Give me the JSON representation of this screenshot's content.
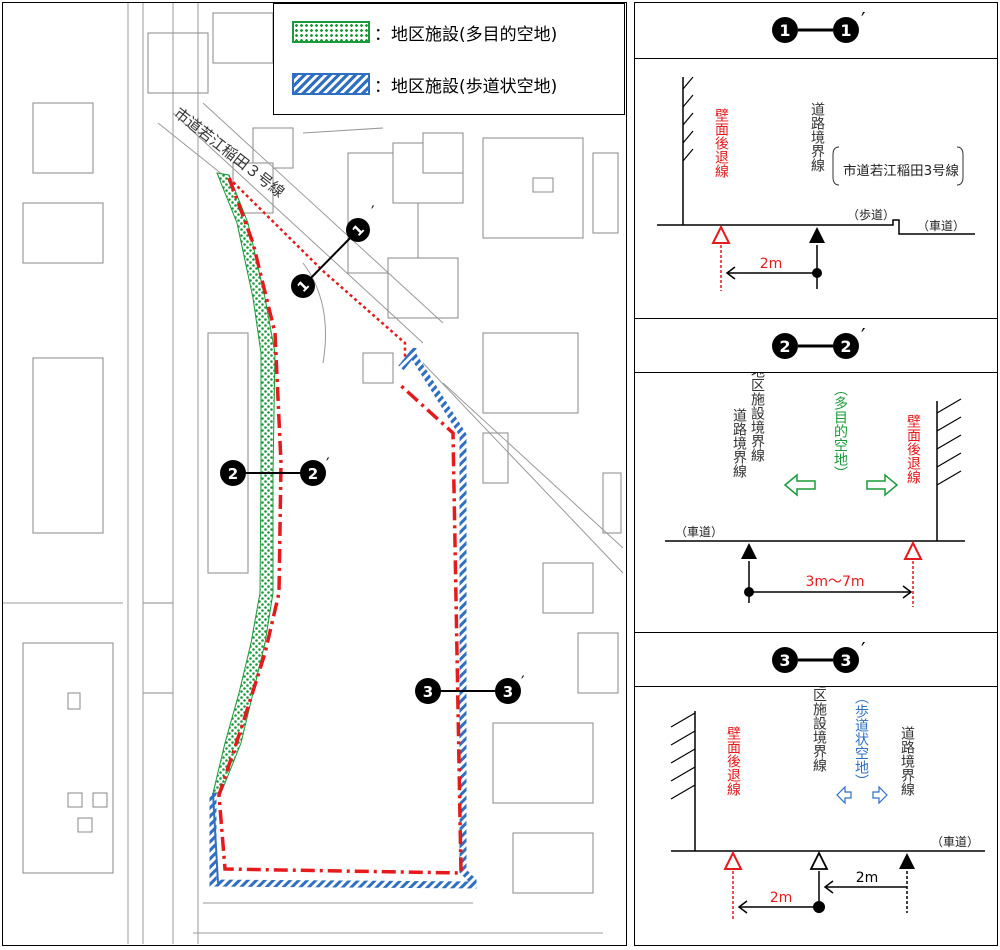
{
  "legend": {
    "multi_purpose": "：地区施設(多目的空地)",
    "sidewalk": "：地区施設(歩道状空地)"
  },
  "map": {
    "road_name": "市道若江稲田３号線",
    "markers": {
      "m1": "1",
      "m2": "2",
      "m3": "3"
    }
  },
  "section1": {
    "header_a": "1",
    "header_b": "1",
    "wall_label": "壁面後退線",
    "boundary_label": "道路境界線",
    "road_name": "市道若江稲田3号線",
    "sidewalk_label": "（歩道）",
    "roadway_label": "（車道）",
    "distance": "2m"
  },
  "section2": {
    "header_a": "2",
    "header_b": "2",
    "boundary_label": "地区施設境界線",
    "road_boundary_label": "道路境界線",
    "open_space_label": "（多目的空地）",
    "wall_label": "壁面後退線",
    "roadway_label": "（車道）",
    "distance": "3m～7m"
  },
  "section3": {
    "header_a": "3",
    "header_b": "3",
    "wall_label": "壁面後退線",
    "boundary_label": "地区施設境界線",
    "sidewalk_label": "（歩道状空地）",
    "road_boundary_label": "道路境界線",
    "roadway_label": "（車道）",
    "distance_a": "2m",
    "distance_b": "2m"
  },
  "colors": {
    "wall": "#e41a1c",
    "green": "#1a9a3a",
    "blue": "#2f6fc2"
  }
}
